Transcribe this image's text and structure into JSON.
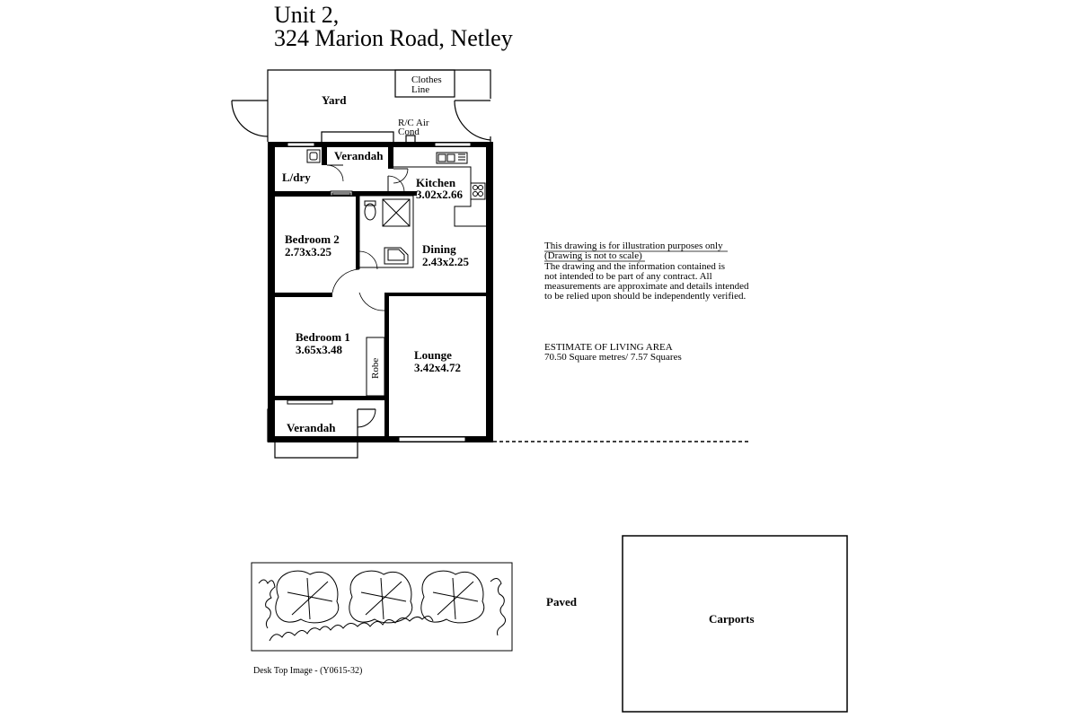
{
  "address": {
    "line1": "Unit 2,",
    "line2": "324 Marion Road, Netley"
  },
  "rooms": {
    "yard": "Yard",
    "clothes_line_1": "Clothes",
    "clothes_line_2": "Line",
    "air_cond_1": "R/C Air",
    "air_cond_2": "Cond",
    "verandah_rear": "Verandah",
    "laundry": "L/dry",
    "kitchen_name": "Kitchen",
    "kitchen_size": "3.02x2.66",
    "bedroom2_name": "Bedroom 2",
    "bedroom2_size": "2.73x3.25",
    "dining_name": "Dining",
    "dining_size": "2.43x2.25",
    "bedroom1_name": "Bedroom 1",
    "bedroom1_size": "3.65x3.48",
    "robe": "Robe",
    "lounge_name": "Lounge",
    "lounge_size": "3.42x4.72",
    "verandah_front": "Verandah",
    "paved": "Paved",
    "carports": "Carports"
  },
  "disclaimer": {
    "line1": "This drawing is for illustration purposes only",
    "line2": "(Drawing is not to scale)",
    "line3": "The drawing and the information contained is",
    "line4": "not intended to be part of any contract.  All",
    "line5": "measurements are approximate and details intended",
    "line6": "to be relied upon should be independently verified."
  },
  "living_area": {
    "heading": "ESTIMATE OF LIVING AREA",
    "value": "70.50 Square metres/  7.57 Squares"
  },
  "footer": "Desk Top Image - (Y0615-32)"
}
